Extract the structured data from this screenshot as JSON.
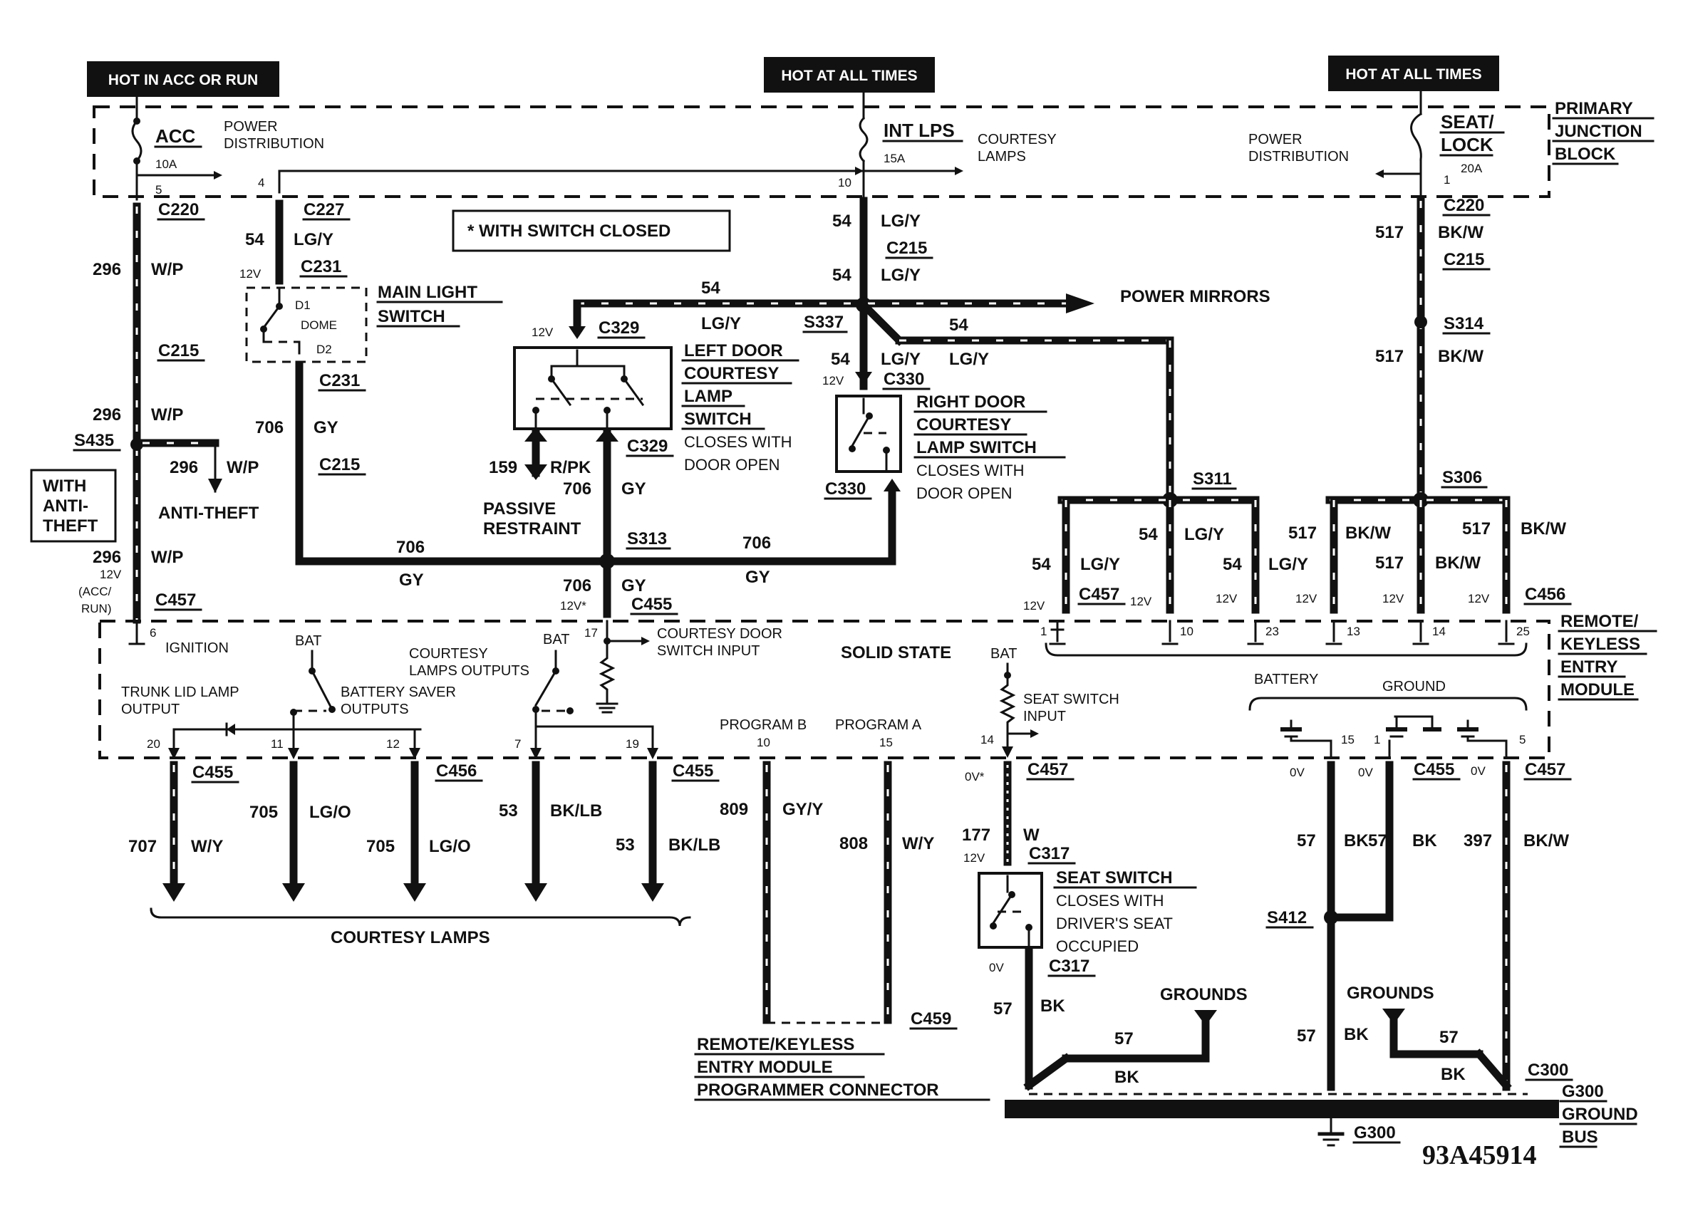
{
  "hot_boxes": {
    "acc_run": "HOT IN ACC OR RUN",
    "all_times_1": "HOT AT ALL TIMES",
    "all_times_2": "HOT AT ALL TIMES"
  },
  "junction_block": {
    "title_1": "PRIMARY",
    "title_2": "JUNCTION",
    "title_3": "BLOCK"
  },
  "fuses": {
    "acc": {
      "name": "ACC",
      "rating": "10A",
      "pin": "5"
    },
    "int_lps": {
      "name": "INT LPS",
      "rating": "15A",
      "pin": "10"
    },
    "seat_lock": {
      "name_1": "SEAT/",
      "name_2": "LOCK",
      "rating": "20A",
      "pin": "1"
    }
  },
  "labels": {
    "power_distribution": "POWER",
    "distribution": "DISTRIBUTION",
    "courtesy": "COURTESY",
    "lamps": "LAMPS",
    "pin4": "4",
    "with_switch_closed": "* WITH SWITCH CLOSED",
    "main_light_1": "MAIN LIGHT",
    "main_light_2": "SWITCH",
    "d1": "D1",
    "dome": "DOME",
    "d2": "D2",
    "power_mirrors": "POWER MIRRORS",
    "left_door_1": "LEFT DOOR",
    "left_door_2": "COURTESY",
    "left_door_3": "LAMP",
    "left_door_4": "SWITCH",
    "left_door_5": "CLOSES WITH",
    "left_door_6": "DOOR OPEN",
    "right_door_1": "RIGHT DOOR",
    "right_door_2": "COURTESY",
    "right_door_3": "LAMP SWITCH",
    "right_door_4": "CLOSES WITH",
    "right_door_5": "DOOR OPEN",
    "with_anti_1": "WITH",
    "with_anti_2": "ANTI-",
    "with_anti_3": "THEFT",
    "anti_theft": "ANTI-THEFT",
    "passive_1": "PASSIVE",
    "passive_2": "RESTRAINT",
    "acc_run_1": "(ACC/",
    "acc_run_2": "RUN)",
    "remote_1": "REMOTE/",
    "remote_2": "KEYLESS",
    "remote_3": "ENTRY",
    "remote_4": "MODULE",
    "ignition": "IGNITION",
    "bat": "BAT",
    "courtesy_lamps_outputs_1": "COURTESY",
    "courtesy_lamps_outputs_2": "LAMPS OUTPUTS",
    "trunk_lid_1": "TRUNK LID LAMP",
    "trunk_lid_2": "OUTPUT",
    "battery_saver_1": "BATTERY SAVER",
    "battery_saver_2": "OUTPUTS",
    "courtesy_door_1": "COURTESY DOOR",
    "courtesy_door_2": "SWITCH INPUT",
    "solid_state": "SOLID STATE",
    "seat_switch_input_1": "SEAT SWITCH",
    "seat_switch_input_2": "INPUT",
    "battery": "BATTERY",
    "ground": "GROUND",
    "program_b": "PROGRAM B",
    "program_a": "PROGRAM A",
    "courtesy_lamps": "COURTESY LAMPS",
    "seat_switch_1": "SEAT SWITCH",
    "seat_switch_2": "CLOSES WITH",
    "seat_switch_3": "DRIVER'S SEAT",
    "seat_switch_4": "OCCUPIED",
    "programmer_1": "REMOTE/KEYLESS",
    "programmer_2": "ENTRY MODULE",
    "programmer_3": "PROGRAMMER CONNECTOR",
    "grounds": "GROUNDS",
    "g300_ground_bus_1": "G300",
    "g300_ground_bus_2": "GROUND",
    "g300_ground_bus_3": "BUS",
    "g300": "G300",
    "c300": "C300",
    "figure_number": "93A45914"
  },
  "connectors": {
    "c220a": "C220",
    "c227": "C227",
    "c231a": "C231",
    "c231b": "C231",
    "c215a": "C215",
    "c215b": "C215",
    "c215c": "C215",
    "c215d": "C215",
    "c220b": "C220",
    "c329a": "C329",
    "c329b": "C329",
    "c330a": "C330",
    "c330b": "C330",
    "c457a": "C457",
    "c457b": "C457",
    "c457c": "C457",
    "c457d": "C457",
    "c455a": "C455",
    "c455b": "C455",
    "c455c": "C455",
    "c455d": "C455",
    "c456a": "C456",
    "c456b": "C456",
    "c317a": "C317",
    "c317b": "C317",
    "c459": "C459"
  },
  "splices": {
    "s435": "S435",
    "s337": "S337",
    "s313": "S313",
    "s311": "S311",
    "s306": "S306",
    "s314": "S314",
    "s412": "S412"
  },
  "circuits": {
    "c296a": "296",
    "c296b": "296",
    "c296c": "296",
    "c296d": "296",
    "wp_a": "W/P",
    "wp_b": "W/P",
    "wp_c": "W/P",
    "wp_d": "W/P",
    "c54": "54",
    "lgy": "LG/Y",
    "c706": "706",
    "gy": "GY",
    "c159": "159",
    "rpk": "R/PK",
    "c517": "517",
    "bkw": "BK/W",
    "c707": "707",
    "wy": "W/Y",
    "c705": "705",
    "lgo": "LG/O",
    "c53": "53",
    "bklb": "BK/LB",
    "c809": "809",
    "gyy": "GY/Y",
    "c808": "808",
    "wy2": "W/Y",
    "c177": "177",
    "w": "W",
    "c57": "57",
    "bk": "BK",
    "c397": "397"
  },
  "voltages": {
    "v12": "12V",
    "v0": "0V",
    "v12s": "12V*",
    "v0s": "0V*"
  },
  "pins": {
    "p1": "1",
    "p10": "10",
    "p23": "23",
    "p13": "13",
    "p14": "14",
    "p25": "25",
    "p6": "6",
    "p17": "17",
    "p20": "20",
    "p11": "11",
    "p12": "12",
    "p7": "7",
    "p19": "19",
    "p10b": "10",
    "p15": "15",
    "p14b": "14",
    "p15b": "15",
    "p1b": "1",
    "p5": "5"
  }
}
